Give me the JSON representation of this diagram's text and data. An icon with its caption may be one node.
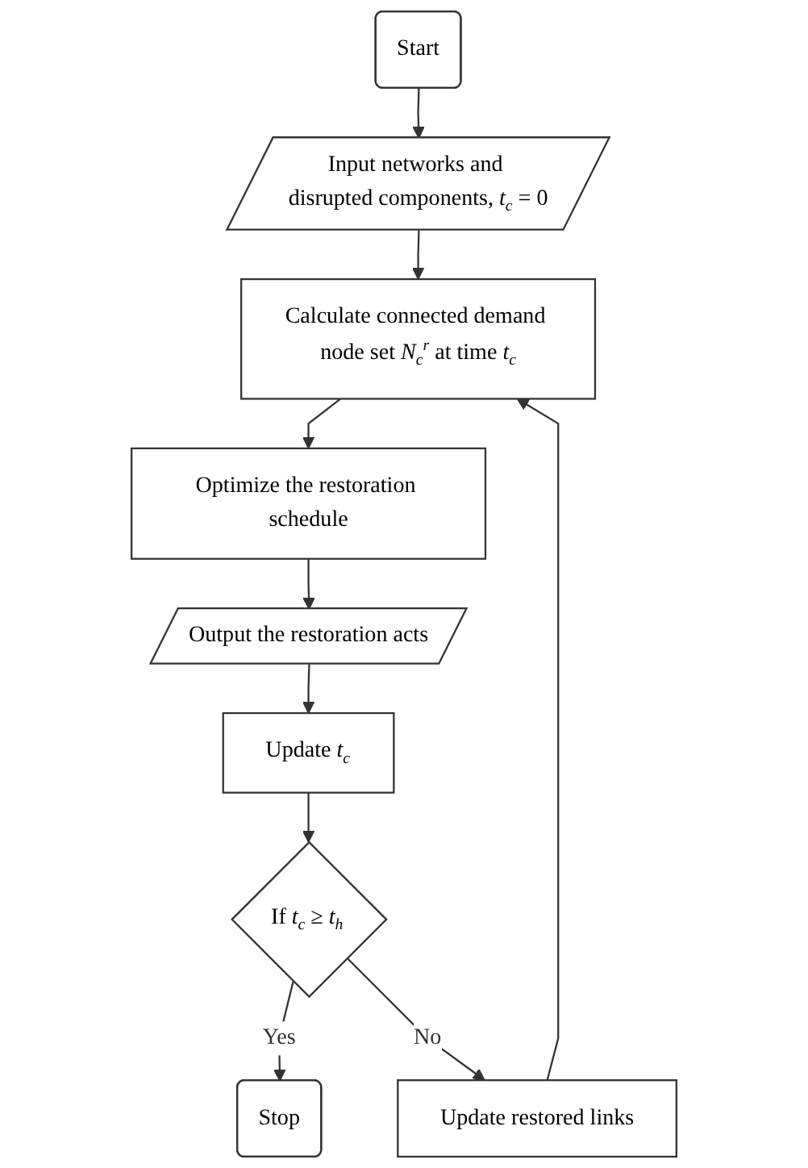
{
  "diagram": {
    "nodes": [
      {
        "text": [
          "Start"
        ]
      },
      {
        "text": [
          "Input networks and disrupted components, *t*$_{c}$ = 0"
        ]
      },
      {
        "text": [
          "Calculate connected demand node set *N*$_{c}$$^{r}$ at time *t*$_{c}$"
        ]
      },
      {
        "text": [
          "Optimize the restoration schedule"
        ]
      },
      {
        "text": [
          "Output the restoration acts"
        ]
      },
      {
        "text": [
          "Update *t*$_{c}$"
        ]
      },
      {
        "text": [
          "If *t*$_{c}$ ≥ *t*$_{h}$"
        ]
      },
      {
        "text": [
          "Stop"
        ]
      },
      {
        "text": [
          "Update restored links"
        ]
      }
    ],
    "edges": [
      {
        "from": 0,
        "to": 1,
        "arrow": "to"
      },
      {
        "from": 1,
        "to": 2,
        "arrow": "to"
      },
      {
        "from": 2,
        "to": 3,
        "arrow": "to"
      },
      {
        "from": 3,
        "to": 4,
        "arrow": "to"
      },
      {
        "from": 4,
        "to": 5,
        "arrow": "to"
      },
      {
        "from": 5,
        "to": 6,
        "arrow": "to"
      },
      {
        "from": 6,
        "to": 7,
        "arrow": "to",
        "label": "Yes"
      },
      {
        "from": 6,
        "to": 8,
        "arrow": "to",
        "label": "No"
      },
      {
        "from": 8,
        "to": 2,
        "arrow": "to"
      }
    ]
  }
}
